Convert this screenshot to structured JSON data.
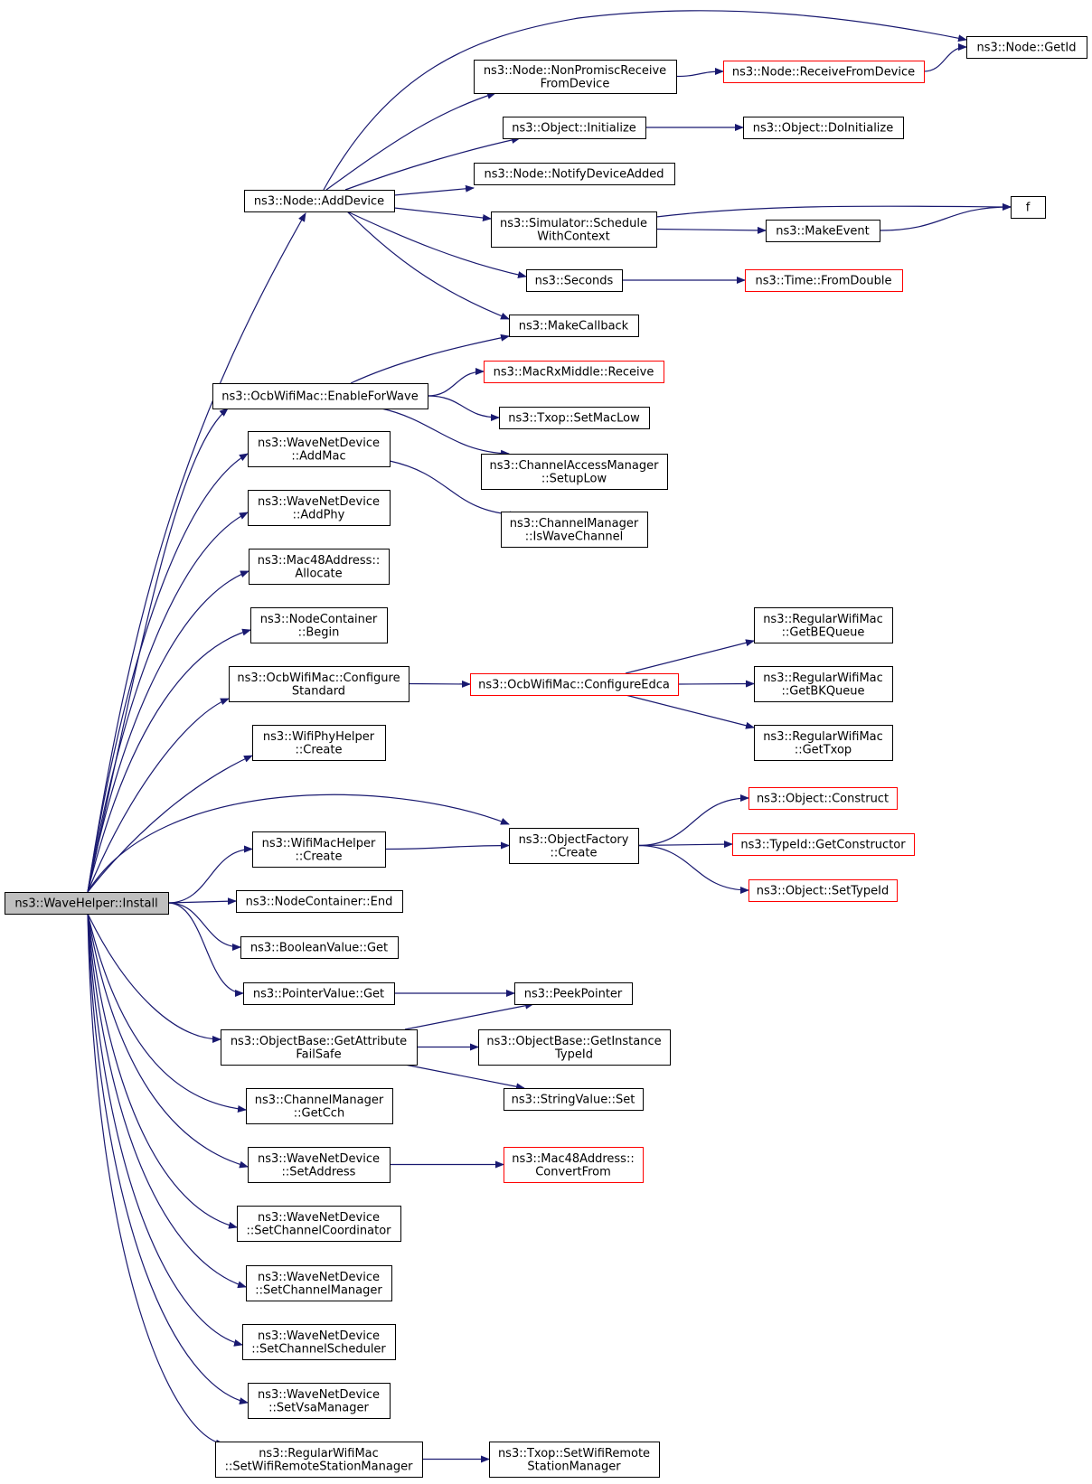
{
  "graph": {
    "nodes": {
      "install": {
        "lines": [
          "ns3::WaveHelper::Install"
        ],
        "style": "root"
      },
      "add_device": {
        "lines": [
          "ns3::Node::AddDevice"
        ],
        "style": "normal"
      },
      "enable_for_wave": {
        "lines": [
          "ns3::OcbWifiMac::EnableForWave"
        ],
        "style": "normal"
      },
      "add_mac": {
        "lines": [
          "ns3::WaveNetDevice",
          "::AddMac"
        ],
        "style": "normal"
      },
      "add_phy": {
        "lines": [
          "ns3::WaveNetDevice",
          "::AddPhy"
        ],
        "style": "normal"
      },
      "mac48_allocate": {
        "lines": [
          "ns3::Mac48Address::",
          "Allocate"
        ],
        "style": "normal"
      },
      "nc_begin": {
        "lines": [
          "ns3::NodeContainer",
          "::Begin"
        ],
        "style": "normal"
      },
      "ocb_configure_standard": {
        "lines": [
          "ns3::OcbWifiMac::Configure",
          "Standard"
        ],
        "style": "normal"
      },
      "phy_helper_create": {
        "lines": [
          "ns3::WifiPhyHelper",
          "::Create"
        ],
        "style": "normal"
      },
      "mac_helper_create": {
        "lines": [
          "ns3::WifiMacHelper",
          "::Create"
        ],
        "style": "normal"
      },
      "nc_end": {
        "lines": [
          "ns3::NodeContainer::End"
        ],
        "style": "normal"
      },
      "boolean_get": {
        "lines": [
          "ns3::BooleanValue::Get"
        ],
        "style": "normal"
      },
      "pointer_get": {
        "lines": [
          "ns3::PointerValue::Get"
        ],
        "style": "normal"
      },
      "get_attr_failsafe": {
        "lines": [
          "ns3::ObjectBase::GetAttribute",
          "FailSafe"
        ],
        "style": "normal"
      },
      "cm_get_cch": {
        "lines": [
          "ns3::ChannelManager",
          "::GetCch"
        ],
        "style": "normal"
      },
      "set_address": {
        "lines": [
          "ns3::WaveNetDevice",
          "::SetAddress"
        ],
        "style": "normal"
      },
      "set_channel_coordinator": {
        "lines": [
          "ns3::WaveNetDevice",
          "::SetChannelCoordinator"
        ],
        "style": "normal"
      },
      "set_channel_manager": {
        "lines": [
          "ns3::WaveNetDevice",
          "::SetChannelManager"
        ],
        "style": "normal"
      },
      "set_channel_scheduler": {
        "lines": [
          "ns3::WaveNetDevice",
          "::SetChannelScheduler"
        ],
        "style": "normal"
      },
      "set_vsa_manager": {
        "lines": [
          "ns3::WaveNetDevice",
          "::SetVsaManager"
        ],
        "style": "normal"
      },
      "set_remote_station_manager": {
        "lines": [
          "ns3::RegularWifiMac",
          "::SetWifiRemoteStationManager"
        ],
        "style": "normal"
      },
      "node_get_id": {
        "lines": [
          "ns3::Node::GetId"
        ],
        "style": "normal"
      },
      "non_promisc_receive": {
        "lines": [
          "ns3::Node::NonPromiscReceive",
          "FromDevice"
        ],
        "style": "normal"
      },
      "receive_from_device": {
        "lines": [
          "ns3::Node::ReceiveFromDevice"
        ],
        "style": "truncated"
      },
      "object_initialize": {
        "lines": [
          "ns3::Object::Initialize"
        ],
        "style": "normal"
      },
      "object_do_initialize": {
        "lines": [
          "ns3::Object::DoInitialize"
        ],
        "style": "normal"
      },
      "notify_device_added": {
        "lines": [
          "ns3::Node::NotifyDeviceAdded"
        ],
        "style": "normal"
      },
      "f": {
        "lines": [
          "f"
        ],
        "style": "normal"
      },
      "schedule_with_context": {
        "lines": [
          "ns3::Simulator::Schedule",
          "WithContext"
        ],
        "style": "normal"
      },
      "make_event": {
        "lines": [
          "ns3::MakeEvent"
        ],
        "style": "normal"
      },
      "seconds": {
        "lines": [
          "ns3::Seconds"
        ],
        "style": "normal"
      },
      "time_from_double": {
        "lines": [
          "ns3::Time::FromDouble"
        ],
        "style": "truncated"
      },
      "make_callback": {
        "lines": [
          "ns3::MakeCallback"
        ],
        "style": "normal"
      },
      "mac_rx_middle_receive": {
        "lines": [
          "ns3::MacRxMiddle::Receive"
        ],
        "style": "truncated"
      },
      "txop_set_mac_low": {
        "lines": [
          "ns3::Txop::SetMacLow"
        ],
        "style": "normal"
      },
      "cam_setup_low": {
        "lines": [
          "ns3::ChannelAccessManager",
          "::SetupLow"
        ],
        "style": "normal"
      },
      "cm_is_wave_channel": {
        "lines": [
          "ns3::ChannelManager",
          "::IsWaveChannel"
        ],
        "style": "normal"
      },
      "ocb_configure_edca": {
        "lines": [
          "ns3::OcbWifiMac::ConfigureEdca"
        ],
        "style": "truncated"
      },
      "get_be_queue": {
        "lines": [
          "ns3::RegularWifiMac",
          "::GetBEQueue"
        ],
        "style": "normal"
      },
      "get_bk_queue": {
        "lines": [
          "ns3::RegularWifiMac",
          "::GetBKQueue"
        ],
        "style": "normal"
      },
      "get_txop": {
        "lines": [
          "ns3::RegularWifiMac",
          "::GetTxop"
        ],
        "style": "normal"
      },
      "object_factory_create": {
        "lines": [
          "ns3::ObjectFactory",
          "::Create"
        ],
        "style": "normal"
      },
      "object_construct": {
        "lines": [
          "ns3::Object::Construct"
        ],
        "style": "truncated"
      },
      "typeid_get_constructor": {
        "lines": [
          "ns3::TypeId::GetConstructor"
        ],
        "style": "truncated"
      },
      "object_set_type_id": {
        "lines": [
          "ns3::Object::SetTypeId"
        ],
        "style": "truncated"
      },
      "peek_pointer": {
        "lines": [
          "ns3::PeekPointer"
        ],
        "style": "normal"
      },
      "get_instance_type_id": {
        "lines": [
          "ns3::ObjectBase::GetInstance",
          "TypeId"
        ],
        "style": "normal"
      },
      "string_value_set": {
        "lines": [
          "ns3::StringValue::Set"
        ],
        "style": "normal"
      },
      "mac48_convert_from": {
        "lines": [
          "ns3::Mac48Address::",
          "ConvertFrom"
        ],
        "style": "truncated"
      },
      "txop_set_remote_station_manager": {
        "lines": [
          "ns3::Txop::SetWifiRemote",
          "StationManager"
        ],
        "style": "normal"
      }
    },
    "edges": [
      [
        "install",
        "add_device"
      ],
      [
        "install",
        "enable_for_wave"
      ],
      [
        "install",
        "add_mac"
      ],
      [
        "install",
        "add_phy"
      ],
      [
        "install",
        "mac48_allocate"
      ],
      [
        "install",
        "nc_begin"
      ],
      [
        "install",
        "ocb_configure_standard"
      ],
      [
        "install",
        "phy_helper_create"
      ],
      [
        "install",
        "object_factory_create"
      ],
      [
        "install",
        "mac_helper_create"
      ],
      [
        "install",
        "nc_end"
      ],
      [
        "install",
        "boolean_get"
      ],
      [
        "install",
        "pointer_get"
      ],
      [
        "install",
        "get_attr_failsafe"
      ],
      [
        "install",
        "cm_get_cch"
      ],
      [
        "install",
        "set_address"
      ],
      [
        "install",
        "set_channel_coordinator"
      ],
      [
        "install",
        "set_channel_manager"
      ],
      [
        "install",
        "set_channel_scheduler"
      ],
      [
        "install",
        "set_vsa_manager"
      ],
      [
        "install",
        "set_remote_station_manager"
      ],
      [
        "add_device",
        "node_get_id"
      ],
      [
        "add_device",
        "non_promisc_receive"
      ],
      [
        "add_device",
        "object_initialize"
      ],
      [
        "add_device",
        "notify_device_added"
      ],
      [
        "add_device",
        "schedule_with_context"
      ],
      [
        "add_device",
        "seconds"
      ],
      [
        "add_device",
        "make_callback"
      ],
      [
        "non_promisc_receive",
        "receive_from_device"
      ],
      [
        "receive_from_device",
        "node_get_id"
      ],
      [
        "object_initialize",
        "object_do_initialize"
      ],
      [
        "schedule_with_context",
        "f"
      ],
      [
        "schedule_with_context",
        "make_event"
      ],
      [
        "make_event",
        "f"
      ],
      [
        "seconds",
        "time_from_double"
      ],
      [
        "enable_for_wave",
        "make_callback"
      ],
      [
        "enable_for_wave",
        "mac_rx_middle_receive"
      ],
      [
        "enable_for_wave",
        "txop_set_mac_low"
      ],
      [
        "enable_for_wave",
        "cam_setup_low"
      ],
      [
        "add_mac",
        "cm_is_wave_channel"
      ],
      [
        "ocb_configure_standard",
        "ocb_configure_edca"
      ],
      [
        "ocb_configure_edca",
        "get_be_queue"
      ],
      [
        "ocb_configure_edca",
        "get_bk_queue"
      ],
      [
        "ocb_configure_edca",
        "get_txop"
      ],
      [
        "mac_helper_create",
        "object_factory_create"
      ],
      [
        "object_factory_create",
        "object_construct"
      ],
      [
        "object_factory_create",
        "typeid_get_constructor"
      ],
      [
        "object_factory_create",
        "object_set_type_id"
      ],
      [
        "pointer_get",
        "peek_pointer"
      ],
      [
        "get_attr_failsafe",
        "peek_pointer"
      ],
      [
        "get_attr_failsafe",
        "get_instance_type_id"
      ],
      [
        "get_attr_failsafe",
        "string_value_set"
      ],
      [
        "set_address",
        "mac48_convert_from"
      ],
      [
        "set_remote_station_manager",
        "txop_set_remote_station_manager"
      ]
    ]
  }
}
